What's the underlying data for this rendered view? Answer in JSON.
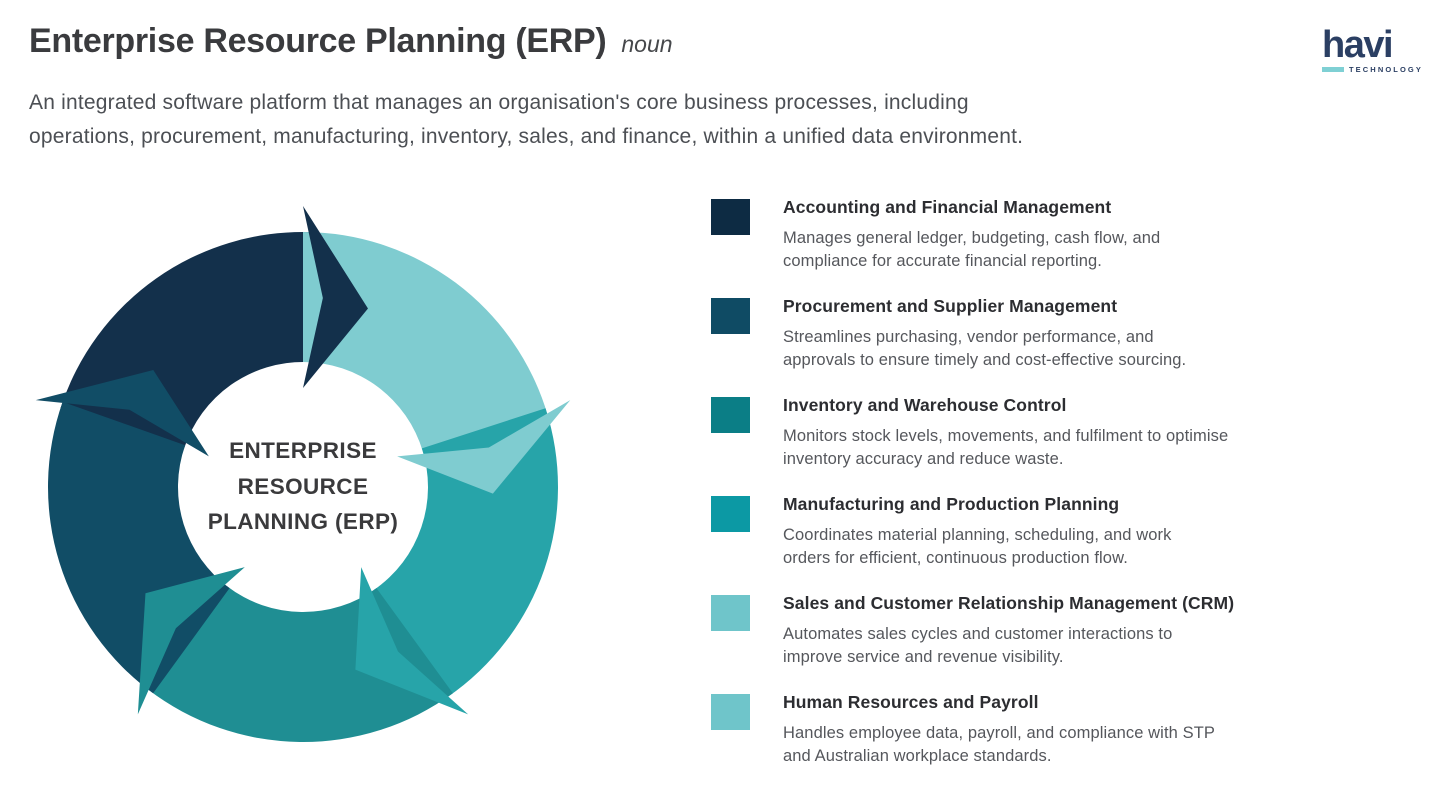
{
  "header": {
    "title": "Enterprise Resource Planning (ERP)",
    "pos_label": "noun",
    "definition": "An integrated software platform that manages an organisation's core business processes, including\noperations, procurement, manufacturing, inventory, sales, and finance, within a unified data environment."
  },
  "logo": {
    "word": "havi",
    "tagline": "TECHNOLOGY",
    "word_color": "#2b3f63",
    "bar_color": "#7fd0d4"
  },
  "diagram": {
    "center_label": "ENTERPRISE\nRESOURCE\nPLANNING (ERP)",
    "direction": "clockwise",
    "arrows": [
      {
        "name": "accounting",
        "color": "#13304b",
        "tip_deg": 20
      },
      {
        "name": "sales-hr",
        "color": "#7fccd0",
        "tip_deg": 92
      },
      {
        "name": "manufacturing",
        "color": "#27a4a9",
        "tip_deg": 164
      },
      {
        "name": "inventory",
        "color": "#1f8e93",
        "tip_deg": 236
      },
      {
        "name": "procurement",
        "color": "#114d66",
        "tip_deg": 308
      }
    ]
  },
  "legend": {
    "items": [
      {
        "color": "#0d2b43",
        "title": "Accounting and Financial Management",
        "description": "Manages general ledger, budgeting, cash flow, and\ncompliance for accurate financial reporting."
      },
      {
        "color": "#0f4b64",
        "title": "Procurement and Supplier Management",
        "description": "Streamlines purchasing, vendor performance, and\napprovals to ensure timely and cost-effective sourcing."
      },
      {
        "color": "#0b7e86",
        "title": "Inventory and Warehouse Control",
        "description": "Monitors stock levels, movements, and fulfilment to optimise\ninventory accuracy and reduce waste."
      },
      {
        "color": "#0c99a4",
        "title": "Manufacturing and Production Planning",
        "description": "Coordinates material planning, scheduling, and work\norders for efficient, continuous production flow."
      },
      {
        "color": "#6fc5ca",
        "title": "Sales and Customer Relationship Management (CRM)",
        "description": "Automates sales cycles and customer interactions to\nimprove service and revenue visibility."
      },
      {
        "color": "#6fc5ca",
        "title": "Human Resources and Payroll",
        "description": "Handles employee data, payroll, and compliance with STP\nand Australian workplace standards."
      }
    ]
  }
}
